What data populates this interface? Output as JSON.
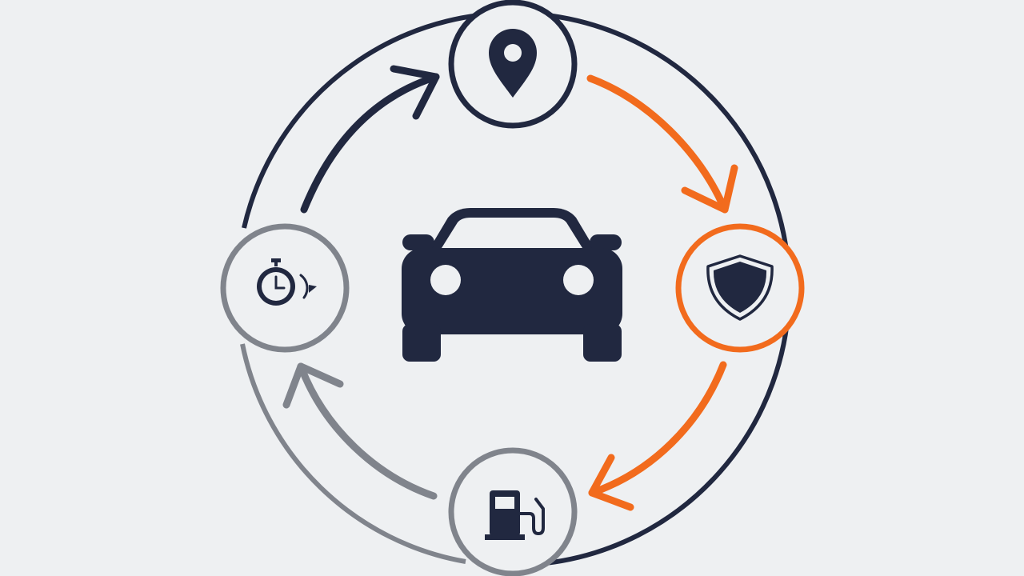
{
  "colors": {
    "background": "#eef0f2",
    "navy": "#212840",
    "orange": "#f26b1d",
    "gray": "#80848c",
    "node_fill": "#eef0f2"
  },
  "center_icon": "car-icon",
  "nodes": [
    {
      "id": "location",
      "icon": "location-pin-icon",
      "color": "navy"
    },
    {
      "id": "protection",
      "icon": "shield-icon",
      "color": "orange"
    },
    {
      "id": "fuel",
      "icon": "fuel-pump-icon",
      "color": "gray"
    },
    {
      "id": "timer",
      "icon": "stopwatch-icon",
      "color": "gray"
    }
  ],
  "flow_arrows": [
    {
      "from": "timer",
      "to": "location",
      "color": "navy"
    },
    {
      "from": "location",
      "to": "protection",
      "color": "orange"
    },
    {
      "from": "protection",
      "to": "fuel",
      "color": "orange"
    },
    {
      "from": "fuel",
      "to": "timer",
      "color": "gray"
    }
  ]
}
